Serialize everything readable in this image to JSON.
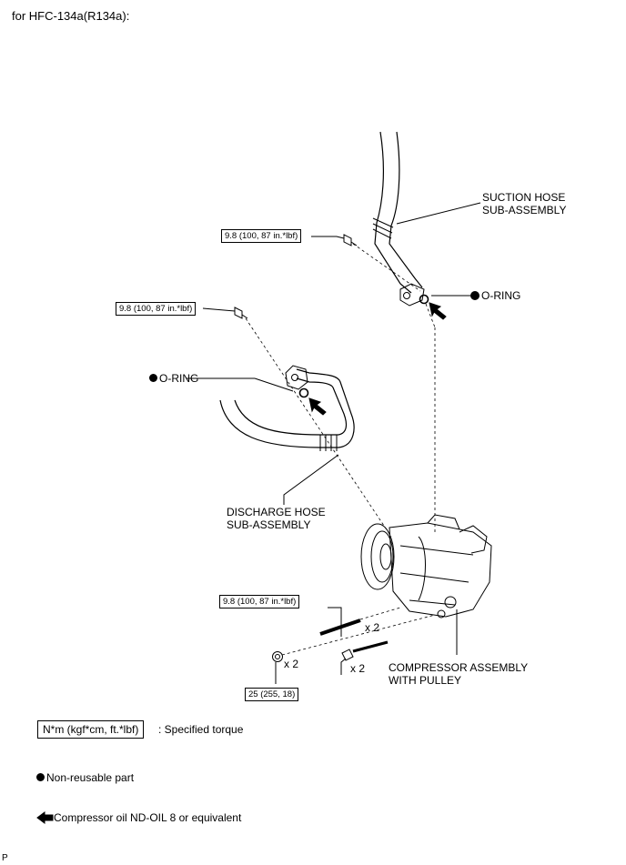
{
  "header": {
    "title": "for HFC-134a(R134a):"
  },
  "parts": {
    "suction_hose": [
      "SUCTION HOSE",
      "SUB-ASSEMBLY"
    ],
    "discharge_hose": [
      "DISCHARGE HOSE",
      "SUB-ASSEMBLY"
    ],
    "compressor": [
      "COMPRESSOR ASSEMBLY",
      "WITH PULLEY"
    ],
    "o_ring_right": "O-RING",
    "o_ring_left": "O-RING"
  },
  "torques": {
    "suction_bolt": "9.8 (100, 87 in.*lbf)",
    "discharge_bolt": "9.8 (100, 87 in.*lbf)",
    "stud_bolt": "9.8 (100, 87 in.*lbf)",
    "nut_bolt": "25 (255, 18)"
  },
  "quantities": {
    "stud": "x 2",
    "nut": "x 2",
    "bolt": "x 2"
  },
  "legend": {
    "torque_unit": "N*m (kgf*cm, ft.*lbf)",
    "torque_desc": ": Specified torque",
    "nonreusable": "Non-reusable part",
    "oil": "Compressor oil ND-OIL 8 or equivalent"
  },
  "footer": {
    "code": "P"
  }
}
